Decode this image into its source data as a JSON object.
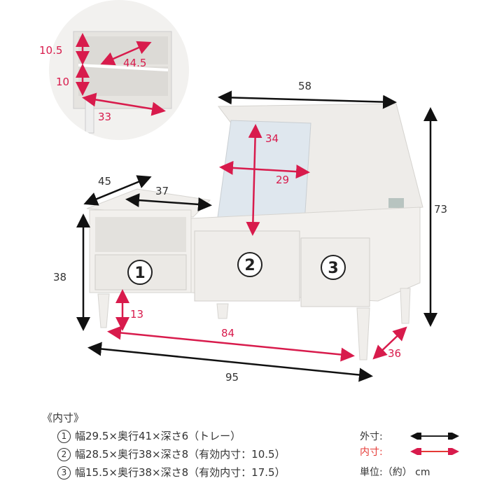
{
  "inset": {
    "dims": {
      "shelf_height_top": "10.5",
      "shelf_height_bottom": "10",
      "inner_width": "44.5",
      "depth": "33"
    }
  },
  "main": {
    "dims": {
      "lid_width": "58",
      "mirror_height": "34",
      "mirror_width": "29",
      "overall_height": "73",
      "side_depth": "45",
      "top_width": "37",
      "body_height": "38",
      "leg_clearance": "13",
      "inner_width": "84",
      "overall_width": "95",
      "leg_depth": "36"
    },
    "drawer_labels": [
      "①",
      "②",
      "③"
    ]
  },
  "notes": {
    "header": "《内寸》",
    "rows": [
      {
        "num": "1",
        "text": "幅29.5×奥行41×深さ6（トレー）"
      },
      {
        "num": "2",
        "text": "幅28.5×奥行38×深さ8（有効内寸：10.5）"
      },
      {
        "num": "3",
        "text": "幅15.5×奥行38×深さ8（有効内寸：17.5）"
      }
    ]
  },
  "legend": {
    "outer_label": "外寸:",
    "inner_label": "内寸:",
    "unit": "単位:（約） cm",
    "outer_color": "#222222",
    "inner_color": "#e53935"
  },
  "colors": {
    "dim_red": "#d81b4c",
    "dim_black": "#111111",
    "furniture": "#efedea"
  }
}
